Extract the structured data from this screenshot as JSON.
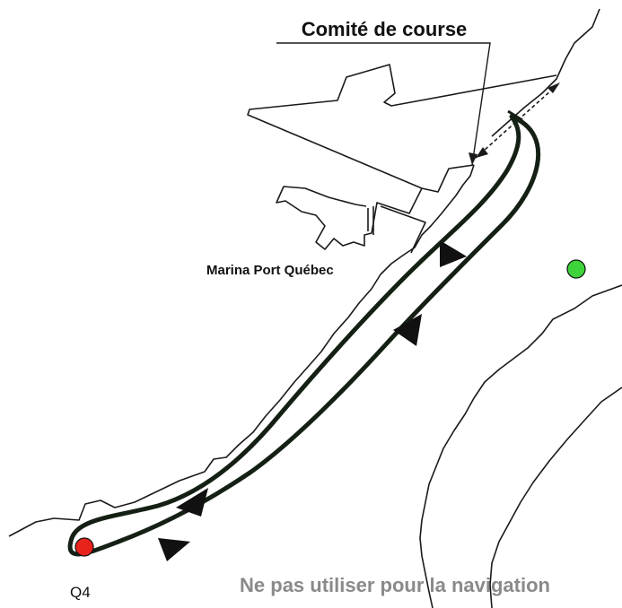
{
  "labels": {
    "race_committee": "Comité de course",
    "marina": "Marina Port Québec",
    "mark_q4": "Q4",
    "disclaimer": "Ne pas utiliser pour la navigation"
  },
  "colors": {
    "coastline": "#1a1a1a",
    "course_line": "#152015",
    "mark_red": "#e8231c",
    "mark_green": "#3ed33a",
    "disclaimer": "#8a8a8a"
  },
  "icons": {
    "direction_arrow": "filled-triangle",
    "mark": "buoy-circle"
  }
}
